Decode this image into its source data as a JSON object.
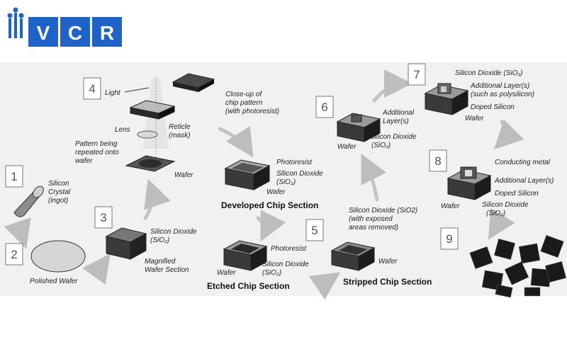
{
  "logo": {
    "letters": [
      "V",
      "C",
      "R"
    ],
    "colors": {
      "brand": "#1f63c9",
      "accent": "#ffffff"
    }
  },
  "steps": [
    "1",
    "2",
    "3",
    "4",
    "5",
    "6",
    "7",
    "8",
    "9"
  ],
  "titles": {
    "developed": "Developed Chip Section",
    "etched": "Etched Chip Section",
    "stripped": "Stripped Chip Section"
  },
  "labels": {
    "silicon_crystal": [
      "Silicon",
      "Crystal",
      "(ingot)"
    ],
    "polished_wafer": "Polished Wafer",
    "magnified": [
      "Magnified",
      "Wafer Section"
    ],
    "sio2": "Silicon Dioxide",
    "sio2_formula": "(SiO₂)",
    "sio2_inline": "Silicon Dioxide (SiO₂)",
    "sio2_step5": "Silicon Dioxide (SiO2)",
    "exposed": [
      "(with exposed",
      "areas removed)"
    ],
    "light": "Light",
    "lens": "Lens",
    "reticle": [
      "Reticle",
      "(mask)"
    ],
    "pattern": [
      "Pattern being",
      "repeated onto",
      "wafer"
    ],
    "wafer": "Wafer",
    "closeup": [
      "Close-up of",
      "chip pattern",
      "(with photoresist)"
    ],
    "photoresist": "Photoresist",
    "additional_layer": [
      "Additional",
      "Layer(s)"
    ],
    "additional_layers_7": [
      "Additional Layer(s)",
      "(such as polysilicon)"
    ],
    "doped_silicon": "Doped Silicon",
    "conducting_metal": "Conducting metal",
    "additional_layers_8": "Additional Layer(s)"
  }
}
